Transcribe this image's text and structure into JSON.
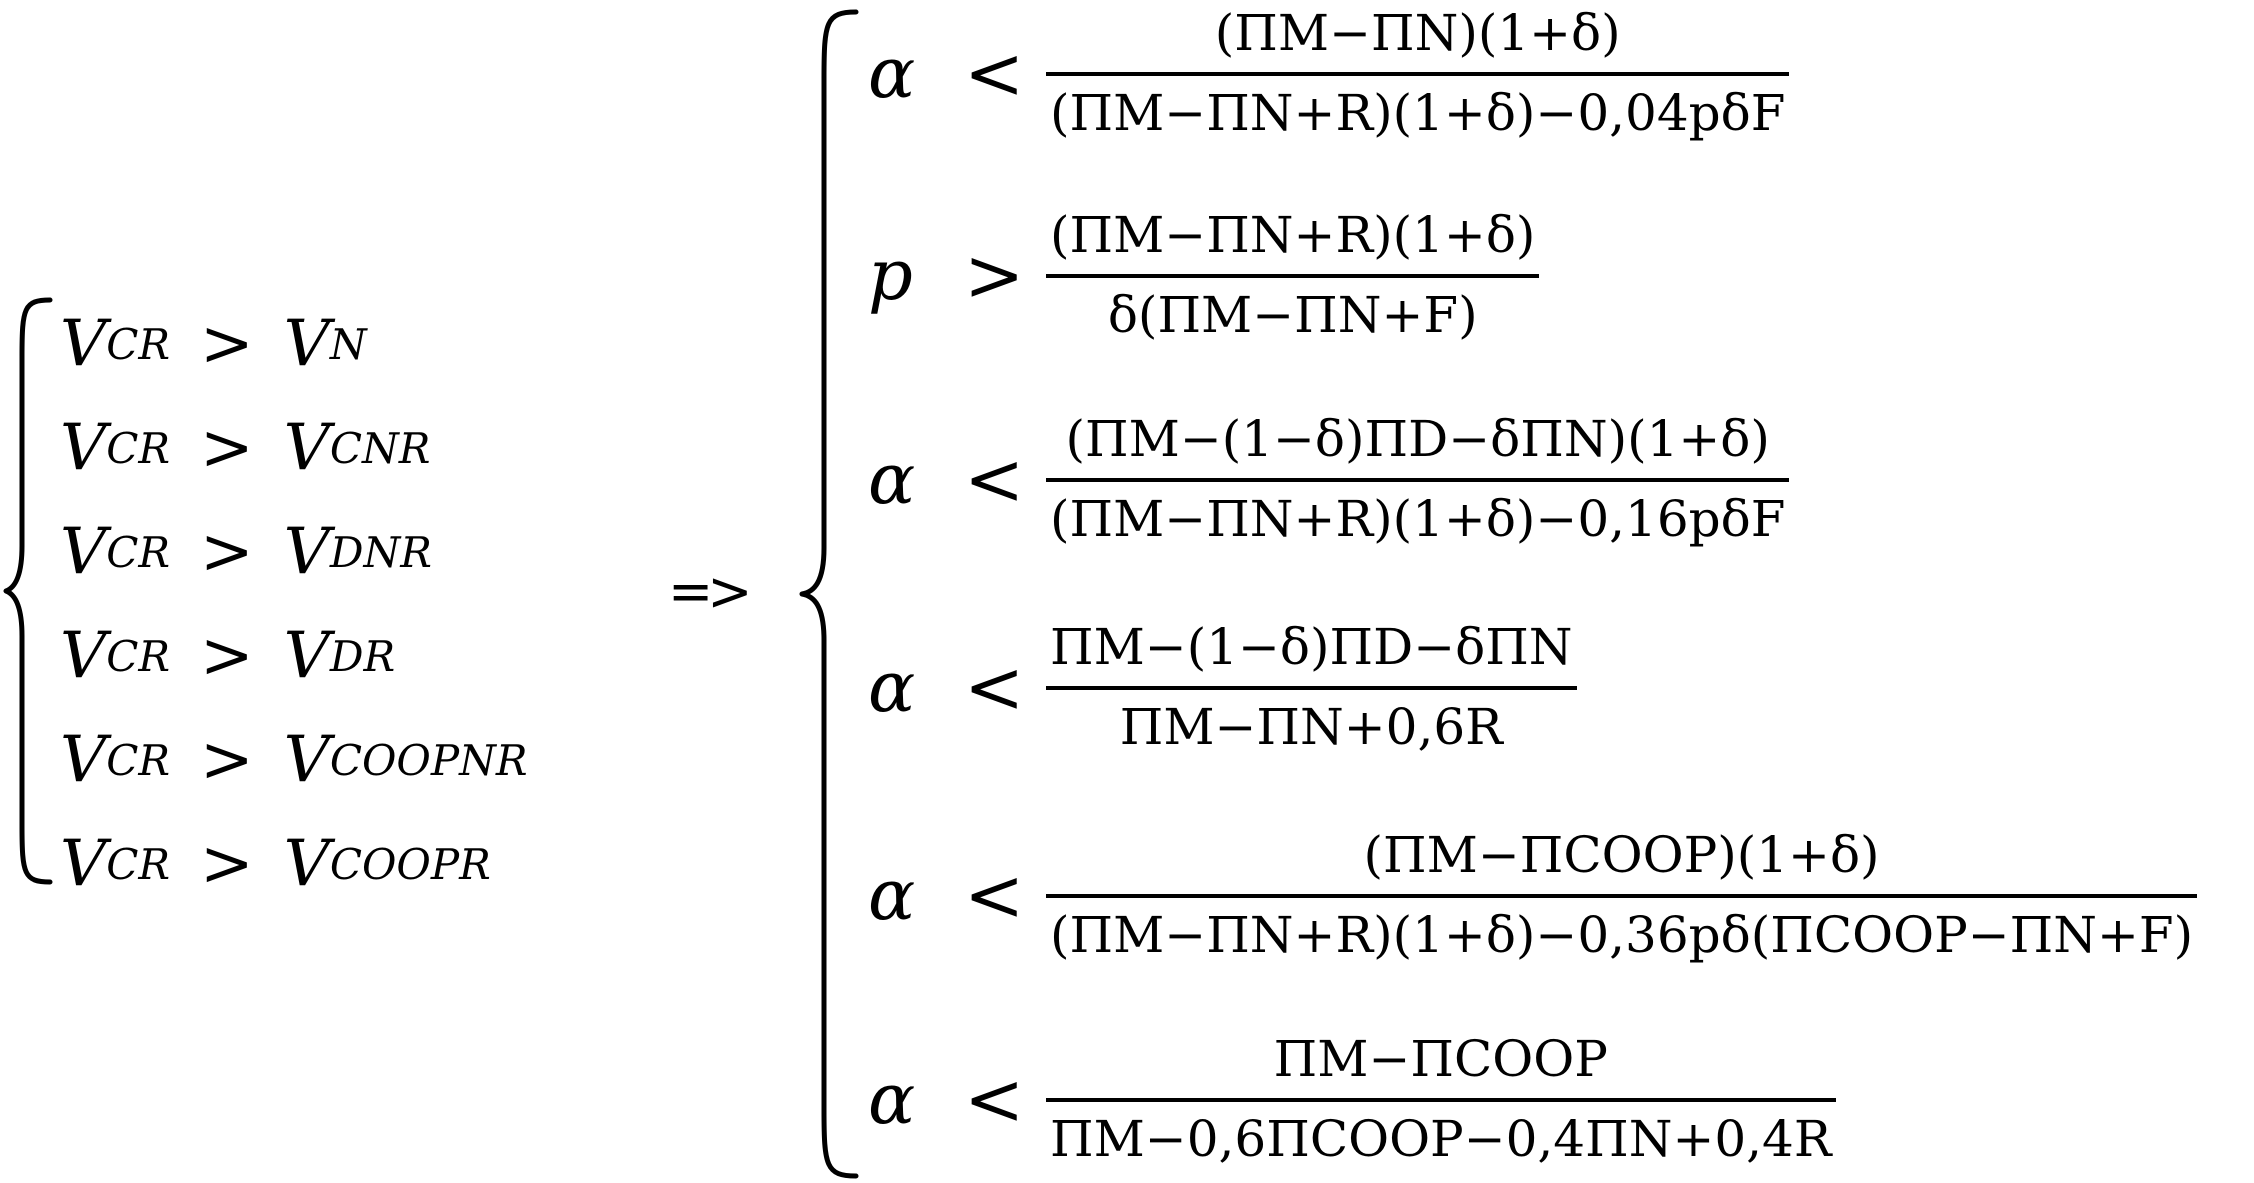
{
  "left_system": {
    "rows": [
      {
        "lhs_base": "V",
        "lhs_sub": "CR",
        "relation": ">",
        "rhs_base": "V",
        "rhs_sub": "N"
      },
      {
        "lhs_base": "V",
        "lhs_sub": "CR",
        "relation": ">",
        "rhs_base": "V",
        "rhs_sub": "CNR"
      },
      {
        "lhs_base": "V",
        "lhs_sub": "CR",
        "relation": ">",
        "rhs_base": "V",
        "rhs_sub": "DNR"
      },
      {
        "lhs_base": "V",
        "lhs_sub": "CR",
        "relation": ">",
        "rhs_base": "V",
        "rhs_sub": "DR"
      },
      {
        "lhs_base": "V",
        "lhs_sub": "CR",
        "relation": ">",
        "rhs_base": "V",
        "rhs_sub": "COOPNR"
      },
      {
        "lhs_base": "V",
        "lhs_sub": "CR",
        "relation": ">",
        "rhs_base": "V",
        "rhs_sub": "COOPR"
      }
    ]
  },
  "implies": "=>",
  "right_system": {
    "conditions": [
      {
        "lhs": "α",
        "relation": "<",
        "numerator": "(ΠM−ΠN)(1+δ)",
        "denominator": "(ΠM−ΠN+R)(1+δ)−0,04pδF"
      },
      {
        "lhs": "p",
        "relation": ">",
        "numerator": "(ΠM−ΠN+R)(1+δ)",
        "denominator": "δ(ΠM−ΠN+F)"
      },
      {
        "lhs": "α",
        "relation": "<",
        "numerator": "(ΠM−(1−δ)ΠD−δΠN)(1+δ)",
        "denominator": "(ΠM−ΠN+R)(1+δ)−0,16pδF"
      },
      {
        "lhs": "α",
        "relation": "<",
        "numerator": "ΠM−(1−δ)ΠD−δΠN",
        "denominator": "ΠM−ΠN+0,6R"
      },
      {
        "lhs": "α",
        "relation": "<",
        "numerator": "(ΠM−ΠCOOP)(1+δ)",
        "denominator": "(ΠM−ΠN+R)(1+δ)−0,36pδ(ΠCOOP−ΠN+F)"
      },
      {
        "lhs": "α",
        "relation": "<",
        "numerator": "ΠM−ΠCOOP",
        "denominator": "ΠM−0,6ΠCOOP−0,4ΠN+0,4R"
      }
    ]
  }
}
